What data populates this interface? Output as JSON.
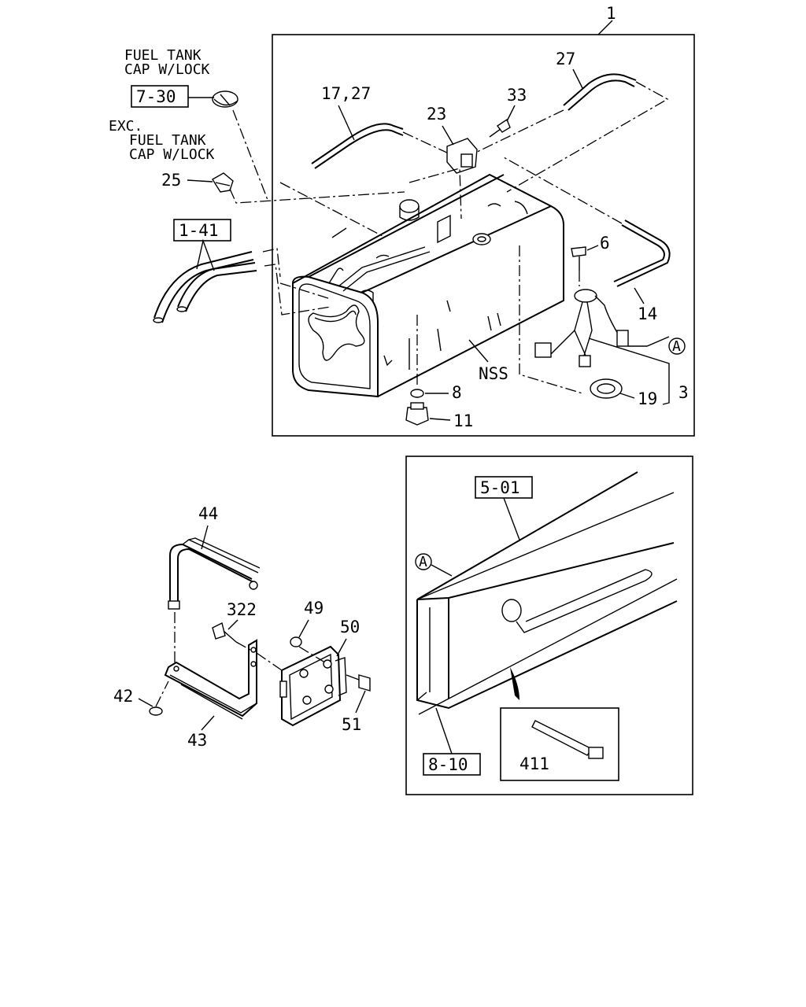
{
  "notes": {
    "fuel_tank_cap_w_lock": [
      "FUEL TANK",
      "CAP W/LOCK"
    ],
    "exc_fuel_tank_cap": [
      "EXC.",
      "FUEL TANK",
      "CAP W/LOCK"
    ]
  },
  "refs": {
    "r730": "7-30",
    "r141": "1-41",
    "r501": "5-01",
    "r810": "8-10"
  },
  "callouts": {
    "p1": "1",
    "p27": "27",
    "p1727": "17,27",
    "p33": "33",
    "p23": "23",
    "p25": "25",
    "p6": "6",
    "p14": "14",
    "p3": "3",
    "p19": "19",
    "p8": "8",
    "p11": "11",
    "nss": "NSS",
    "pA": "A",
    "pA2": "A",
    "p44": "44",
    "p322": "322",
    "p49": "49",
    "p50": "50",
    "p42": "42",
    "p43": "43",
    "p51": "51",
    "p411": "411"
  }
}
